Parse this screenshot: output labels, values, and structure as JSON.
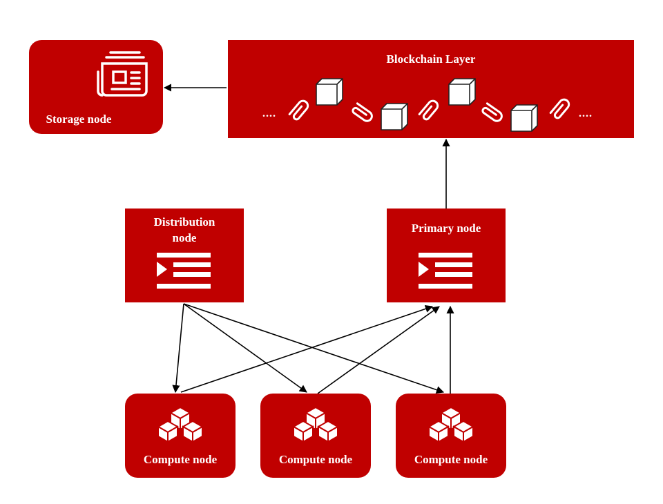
{
  "diagram": {
    "storage_node": {
      "label": "Storage node",
      "icon": "newspaper-icon"
    },
    "blockchain_layer": {
      "title": "Blockchain Layer",
      "ellipsis_left": "....",
      "ellipsis_right": "....",
      "icons": [
        "block-cube-icon",
        "paperclip-link-icon"
      ]
    },
    "distribution_node": {
      "label_line1": "Distribution",
      "label_line2": "node",
      "icon": "list-menu-icon"
    },
    "primary_node": {
      "label": "Primary node",
      "icon": "list-menu-icon"
    },
    "compute_nodes": [
      {
        "label": "Compute node",
        "icon": "cubes-icon"
      },
      {
        "label": "Compute node",
        "icon": "cubes-icon"
      },
      {
        "label": "Compute node",
        "icon": "cubes-icon"
      }
    ],
    "colors": {
      "node_fill": "#c00000",
      "text": "#ffffff",
      "edges": "#000000",
      "background": "#ffffff"
    }
  }
}
